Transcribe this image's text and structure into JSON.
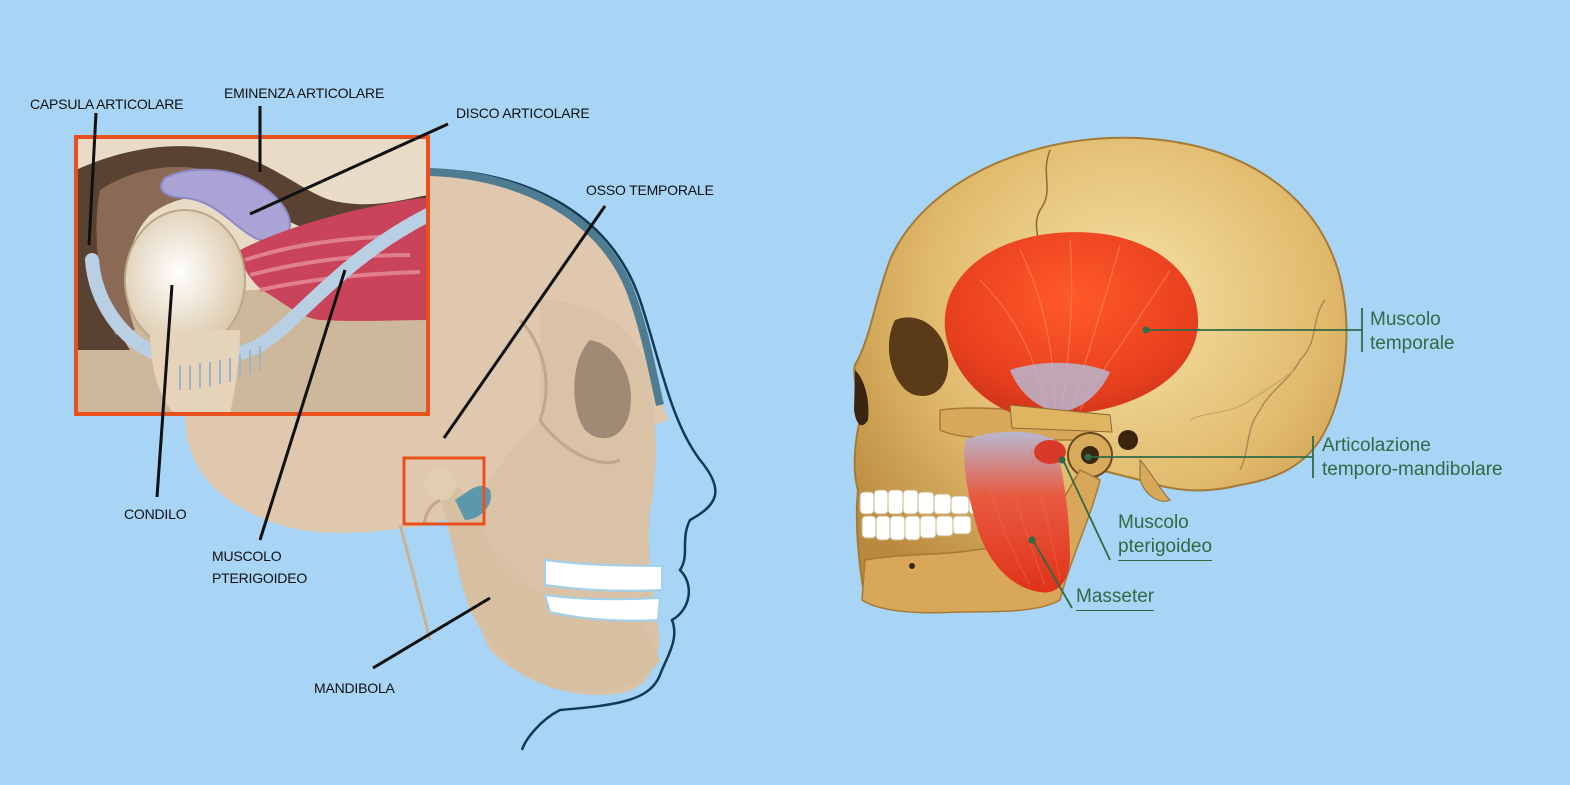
{
  "left_labels": {
    "capsula_articolare": "CAPSULA ARTICOLARE",
    "eminenza_articolare": "EMINENZA ARTICOLARE",
    "disco_articolare": "DISCO ARTICOLARE",
    "osso_temporale": "OSSO TEMPORALE",
    "condilo": "CONDILO",
    "muscolo_pterigoideo_1": "MUSCOLO",
    "muscolo_pterigoideo_2": "PTERIGOIDEO",
    "mandibola": "MANDIBOLA"
  },
  "right_labels": {
    "muscolo_temporale_1": "Muscolo",
    "muscolo_temporale_2": "temporale",
    "atm_1": "Articolazione",
    "atm_2": "temporo-mandibolare",
    "pterigoideo_1": "Muscolo",
    "pterigoideo_2": "pterigoideo",
    "masseter": "Masseter"
  },
  "colors": {
    "background": "#a8d4f5",
    "highlight_box": "#e8501e",
    "right_label_text": "#2f6b45",
    "muscle": "#e8401e"
  }
}
